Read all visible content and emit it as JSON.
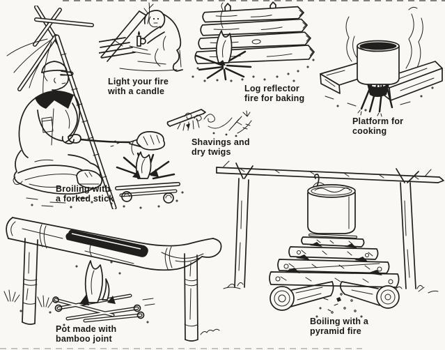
{
  "page": {
    "description": "Campfire cooking methods illustration plate",
    "background_color": "#f9f8f5",
    "ink_color": "#201f1d"
  },
  "figures": [
    {
      "id": "broiling-forked-stick",
      "caption_lines": [
        "Broiling with",
        "a forked stick"
      ]
    },
    {
      "id": "light-fire-candle",
      "caption_lines": [
        "Light your fire",
        "with a candle"
      ]
    },
    {
      "id": "log-reflector-fire",
      "caption_lines": [
        "Log reflector",
        "fire for baking"
      ]
    },
    {
      "id": "platform-cooking",
      "caption_lines": [
        "Platform for",
        "cooking"
      ]
    },
    {
      "id": "shavings-dry-twigs",
      "caption_lines": [
        "Shavings and",
        "dry twigs"
      ]
    },
    {
      "id": "bamboo-joint-pot",
      "caption_lines": [
        "Pot made with",
        "bamboo joint"
      ]
    },
    {
      "id": "pyramid-fire-boiling",
      "caption_lines": [
        "Boiling with a",
        "pyramid fire"
      ]
    }
  ]
}
